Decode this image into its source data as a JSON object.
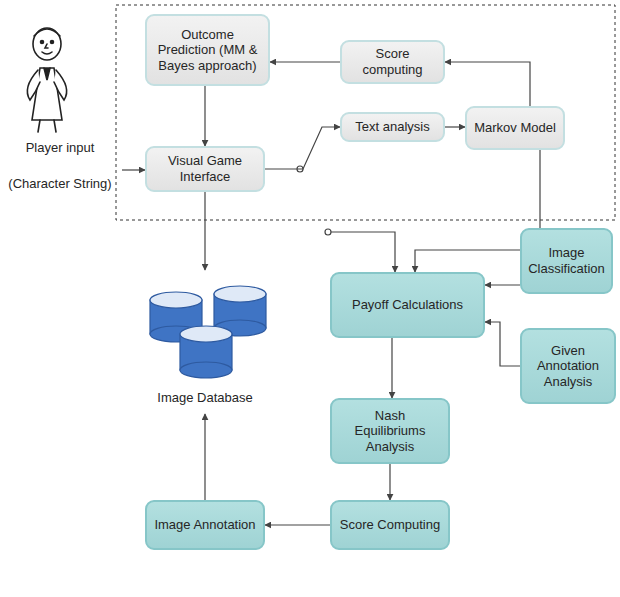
{
  "diagram": {
    "nodes": [
      {
        "text": [
          "Outcome Prediction (MM & Bayes approach)"
        ]
      },
      {
        "text": [
          "Score computing"
        ]
      },
      {
        "text": [
          "Visual Game Interface"
        ]
      },
      {
        "text": [
          "Text analysis"
        ]
      },
      {
        "text": [
          "Markov Model"
        ]
      },
      {
        "text": [
          "Image Classification"
        ]
      },
      {
        "text": [
          "Payoff Calculations"
        ]
      },
      {
        "text": [
          "Given Annotation Analysis"
        ]
      },
      {
        "text": [
          "Nash Equilibriums Analysis"
        ]
      },
      {
        "text": [
          "Image Annotation"
        ]
      },
      {
        "text": [
          "Score Computing"
        ]
      }
    ],
    "edges": [
      {
        "from": 1,
        "to": 0,
        "arrow": "to"
      },
      {
        "from": 0,
        "to": 2,
        "arrow": "to"
      },
      {
        "from": 2,
        "to": 3,
        "arrow": "to"
      },
      {
        "from": 3,
        "to": 4,
        "arrow": "to"
      },
      {
        "from": 4,
        "to": 1,
        "arrow": "to"
      },
      {
        "from": 4,
        "to": 6,
        "arrow": "to"
      },
      {
        "from": 5,
        "to": 6,
        "arrow": "to"
      },
      {
        "from": 7,
        "to": 6,
        "arrow": "to"
      },
      {
        "from": 6,
        "to": 8,
        "arrow": "to"
      },
      {
        "from": 8,
        "to": 10,
        "arrow": "to"
      },
      {
        "from": 10,
        "to": 9,
        "arrow": "to"
      }
    ],
    "labels": [
      "Player input",
      "(Character String)",
      "Image Database"
    ]
  }
}
